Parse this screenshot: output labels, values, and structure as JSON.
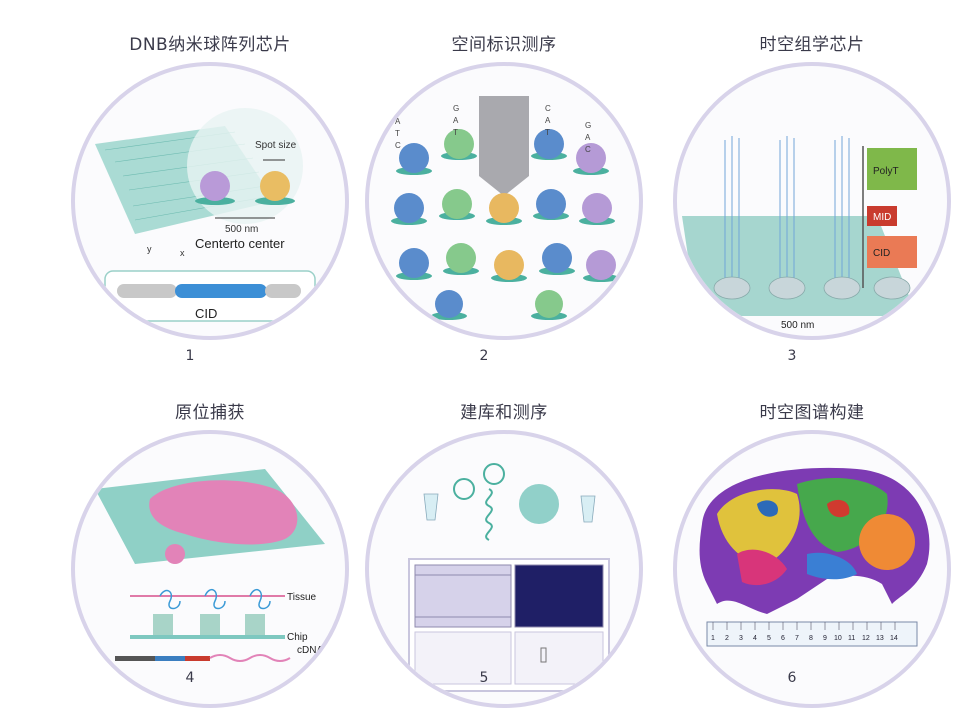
{
  "panels": [
    {
      "title": "DNB纳米球阵列芯片",
      "number": "1",
      "labels": {
        "spot_size": "Spot size",
        "distance": "500 nm",
        "center": "Centerto center",
        "cid": "CID",
        "axis_x": "x",
        "axis_y": "y"
      }
    },
    {
      "title": "空间标识测序",
      "number": "2",
      "labels": {
        "letters": [
          "A",
          "T",
          "C",
          "G",
          "A",
          "T",
          "C",
          "A",
          "T",
          "G",
          "A",
          "C"
        ]
      }
    },
    {
      "title": "时空组学芯片",
      "number": "3",
      "labels": {
        "polyt": "PolyT",
        "mid": "MID",
        "cid": "CID",
        "distance": "500 nm"
      }
    },
    {
      "title": "原位捕获",
      "number": "4",
      "labels": {
        "tissue": "Tissue",
        "chip": "Chip",
        "cdna": "cDNA"
      }
    },
    {
      "title": "建库和测序",
      "number": "5",
      "labels": {}
    },
    {
      "title": "时空图谱构建",
      "number": "6",
      "labels": {
        "ruler": [
          "1",
          "2",
          "3",
          "4",
          "5",
          "6",
          "7",
          "8",
          "9",
          "10",
          "11",
          "12",
          "13",
          "14"
        ]
      }
    }
  ],
  "colors": {
    "ring": "#d8d3ea",
    "teal": "#7ec8c0",
    "purple": "#b59ad6",
    "orange": "#e8b860",
    "blue": "#5a8ccc",
    "green": "#7cc48a"
  }
}
